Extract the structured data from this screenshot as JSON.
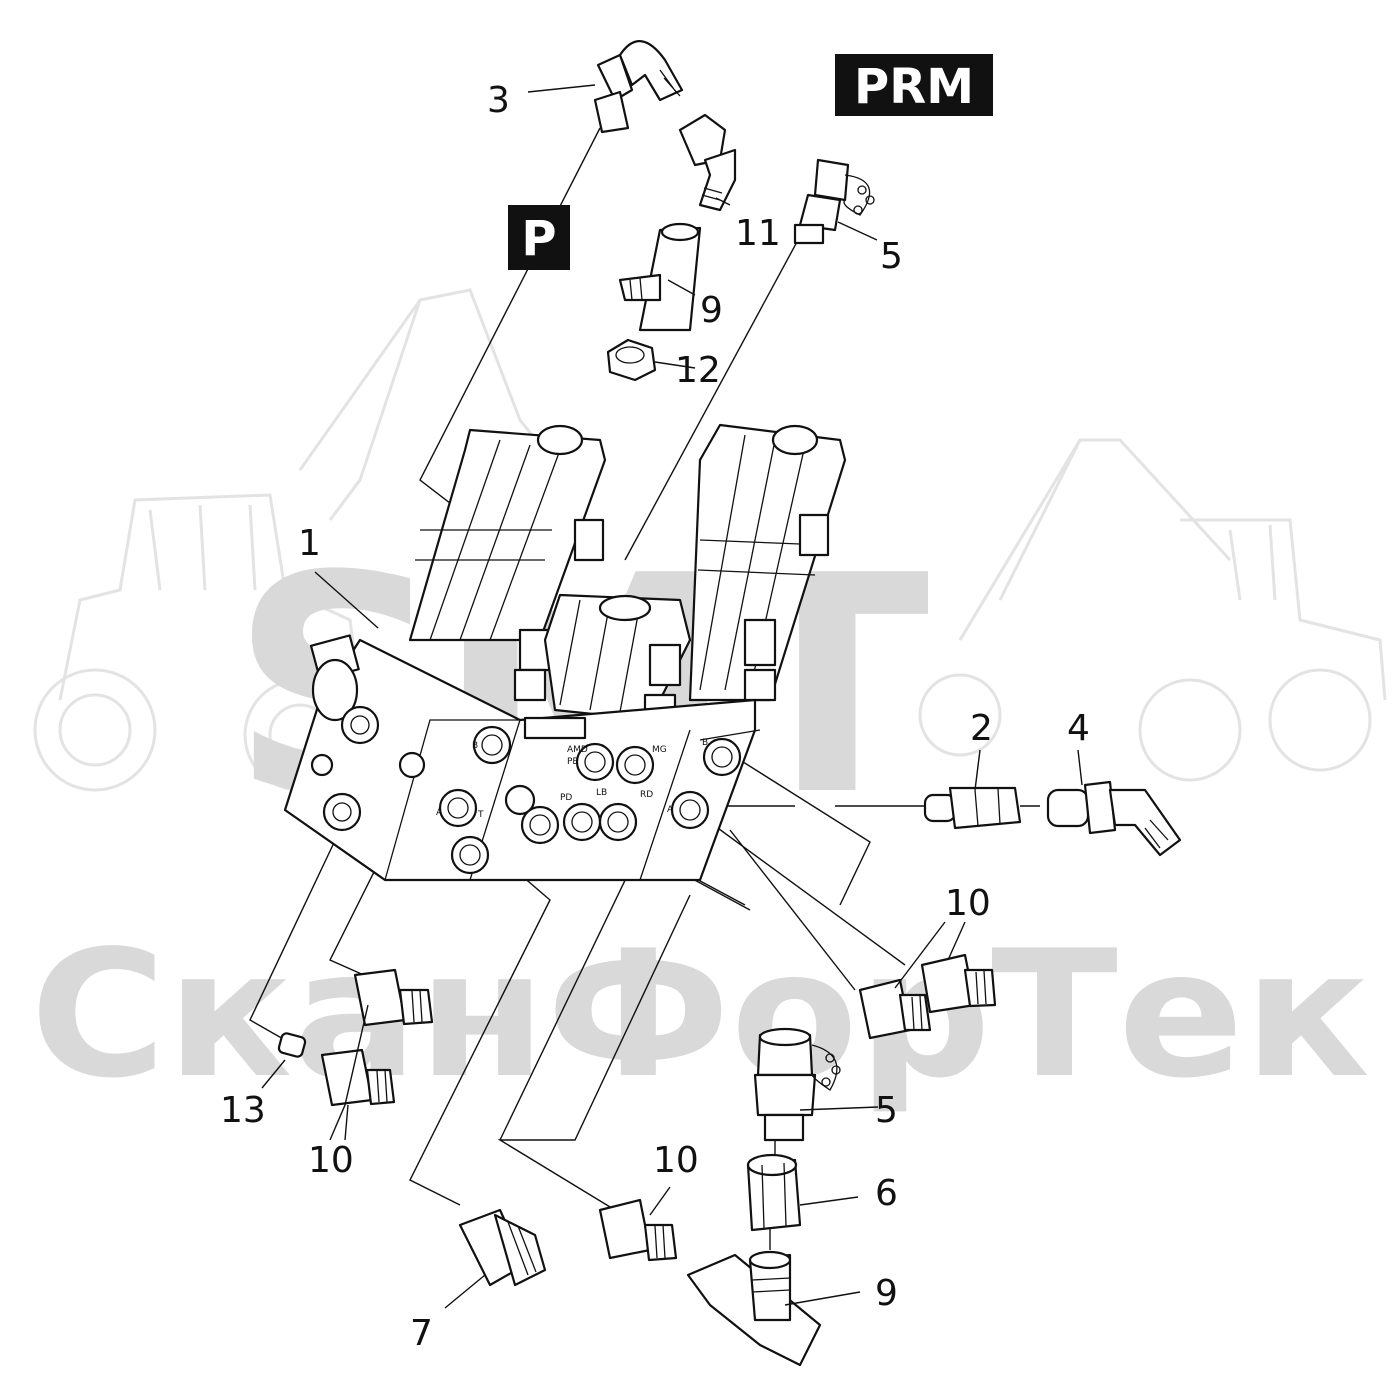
{
  "watermark": {
    "logo_text": "SMT",
    "brand_text": "СканФорТек"
  },
  "tags": [
    {
      "id": "prm",
      "text": "PRM"
    },
    {
      "id": "p",
      "text": "P"
    }
  ],
  "callouts": [
    {
      "id": "c3",
      "text": "3"
    },
    {
      "id": "c11",
      "text": "11"
    },
    {
      "id": "c5a",
      "text": "5"
    },
    {
      "id": "c9a",
      "text": "9"
    },
    {
      "id": "c12",
      "text": "12"
    },
    {
      "id": "c1",
      "text": "1"
    },
    {
      "id": "c2",
      "text": "2"
    },
    {
      "id": "c4",
      "text": "4"
    },
    {
      "id": "c10a",
      "text": "10"
    },
    {
      "id": "c13",
      "text": "13"
    },
    {
      "id": "c10b",
      "text": "10"
    },
    {
      "id": "c5b",
      "text": "5"
    },
    {
      "id": "c10c",
      "text": "10"
    },
    {
      "id": "c6",
      "text": "6"
    },
    {
      "id": "c9b",
      "text": "9"
    },
    {
      "id": "c7",
      "text": "7"
    }
  ],
  "port_labels": [
    "B",
    "A",
    "T",
    "AMD",
    "PB",
    "MG",
    "PD",
    "LB",
    "RD",
    "B",
    "A"
  ]
}
